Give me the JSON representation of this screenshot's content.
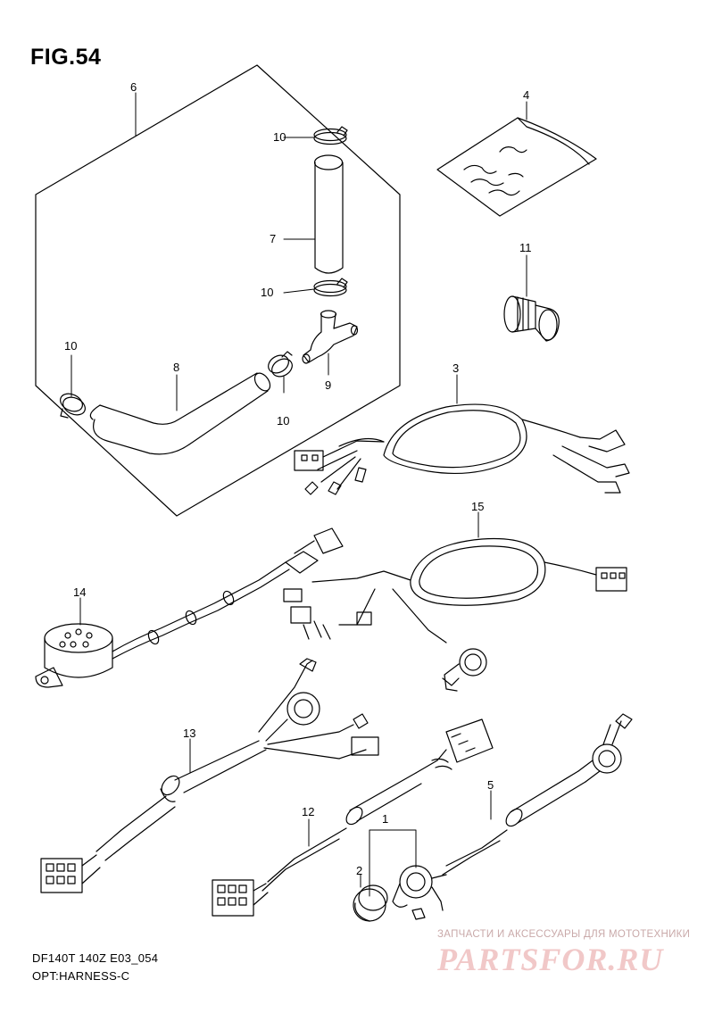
{
  "figure": {
    "title": "FIG.54",
    "model_code": "DF140T 140Z E03_054",
    "subtitle": "OPT:HARNESS-C"
  },
  "callouts": [
    "1",
    "2",
    "3",
    "4",
    "5",
    "6",
    "7",
    "8",
    "9",
    "10",
    "10",
    "10",
    "10",
    "11",
    "12",
    "13",
    "14",
    "15"
  ],
  "watermark": {
    "tagline": "ЗАПЧАСТИ И АКСЕССУАРЫ ДЛЯ МОТОТЕХНИКИ",
    "logo": "PARTSFOR.RU"
  },
  "colors": {
    "line": "#000000",
    "watermark_text": "#c9a9a9",
    "watermark_logo": "#f1c8c8"
  }
}
